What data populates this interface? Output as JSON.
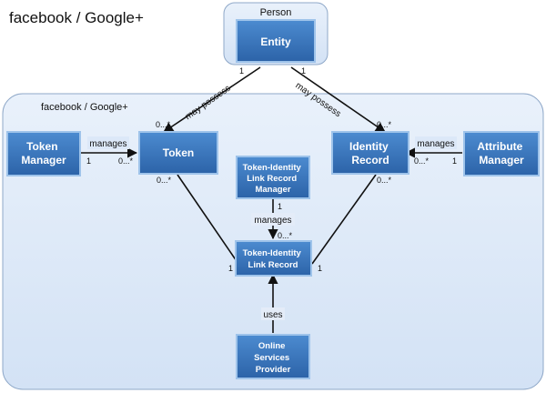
{
  "title": "facebook / Google+",
  "person_container": {
    "label": "Person"
  },
  "platform_container": {
    "label": "facebook / Google+"
  },
  "nodes": {
    "entity": {
      "lines": [
        "Entity"
      ]
    },
    "token_manager": {
      "lines": [
        "Token",
        "Manager"
      ]
    },
    "token": {
      "lines": [
        "Token"
      ]
    },
    "identity_record": {
      "lines": [
        "Identity",
        "Record"
      ]
    },
    "attribute_manager": {
      "lines": [
        "Attribute",
        "Manager"
      ]
    },
    "link_record_manager": {
      "lines": [
        "Token-Identity",
        "Link Record",
        "Manager"
      ]
    },
    "link_record": {
      "lines": [
        "Token-Identity",
        "Link Record"
      ]
    },
    "online_services_provider": {
      "lines": [
        "Online",
        "Services",
        "Provider"
      ]
    }
  },
  "edges": {
    "entity_token": {
      "label": "may possess",
      "source_mult": "1",
      "target_mult": "0...*"
    },
    "entity_identity": {
      "label": "may possess",
      "source_mult": "1",
      "target_mult": "0...*"
    },
    "tokenmgr_token": {
      "label": "manages",
      "source_mult": "1",
      "target_mult": "0...*"
    },
    "attrmgr_identity": {
      "label": "manages",
      "source_mult": "1",
      "target_mult": "0...*"
    },
    "linkmgr_link": {
      "label": "manages",
      "source_mult": "1",
      "target_mult": "0...*"
    },
    "token_link": {
      "source_mult": "0...*",
      "target_mult": "1"
    },
    "identity_link": {
      "source_mult": "0...*",
      "target_mult": "1"
    },
    "osp_link": {
      "label": "uses"
    }
  },
  "colors": {
    "box_fill": "#3470b8",
    "box_border": "#9ec3ea",
    "container_fill": "#dce8f8",
    "container_border": "#8fa8c8",
    "line": "#111111"
  }
}
